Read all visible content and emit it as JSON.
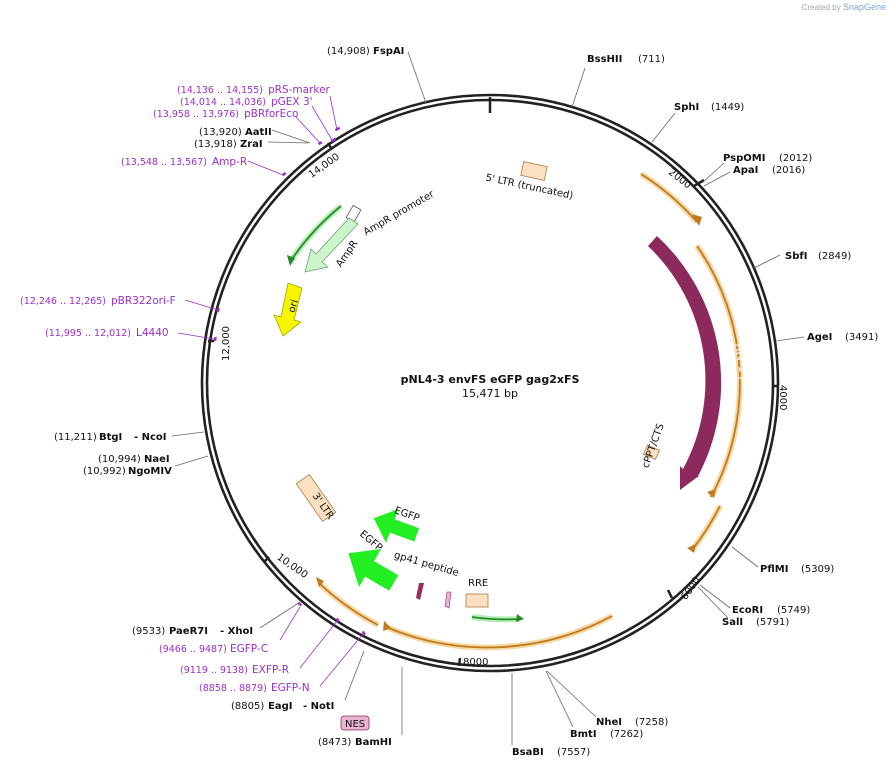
{
  "credit": {
    "prefix": "Created by",
    "brand": "SnapGene"
  },
  "plasmid": {
    "name": "pNL4-3 envFS eGFP gag2xFS",
    "size": "15,471 bp"
  },
  "enzymes": [
    {
      "name": "FspAI",
      "pos": "(14,908)"
    },
    {
      "name": "AatII",
      "pos": "(13,920)"
    },
    {
      "name": "ZraI",
      "pos": "(13,918)"
    },
    {
      "name": "BtgI",
      "pos": "(11,211)",
      "extra": "- NcoI"
    },
    {
      "name": "NaeI",
      "pos": "(10,994)"
    },
    {
      "name": "NgoMIV",
      "pos": "(10,992)"
    },
    {
      "name": "PaeR7I",
      "pos": "(9533)",
      "extra": "- XhoI"
    },
    {
      "name": "EagI",
      "pos": "(8805)",
      "extra": "- NotI"
    },
    {
      "name": "BamHI",
      "pos": "(8473)"
    },
    {
      "name": "BssHII",
      "pos": "(711)"
    },
    {
      "name": "SphI",
      "pos": "(1449)"
    },
    {
      "name": "PspOMI",
      "pos": "(2012)"
    },
    {
      "name": "ApaI",
      "pos": "(2016)"
    },
    {
      "name": "SbfI",
      "pos": "(2849)"
    },
    {
      "name": "AgeI",
      "pos": "(3491)"
    },
    {
      "name": "PflMI",
      "pos": "(5309)"
    },
    {
      "name": "EcoRI",
      "pos": "(5749)"
    },
    {
      "name": "SalI",
      "pos": "(5791)"
    },
    {
      "name": "NheI",
      "pos": "(7258)"
    },
    {
      "name": "BmtI",
      "pos": "(7262)"
    },
    {
      "name": "BsaBI",
      "pos": "(7557)"
    }
  ],
  "primers": [
    {
      "name": "pRS-marker",
      "pos": "(14,136 .. 14,155)"
    },
    {
      "name": "pGEX 3'",
      "pos": "(14,014 .. 14,036)"
    },
    {
      "name": "pBRforEco",
      "pos": "(13,958 .. 13,976)"
    },
    {
      "name": "Amp-R",
      "pos": "(13,548 .. 13,567)"
    },
    {
      "name": "pBR322ori-F",
      "pos": "(12,246 .. 12,265)"
    },
    {
      "name": "L4440",
      "pos": "(11,995 .. 12,012)"
    },
    {
      "name": "EGFP-C",
      "pos": "(9466 .. 9487)"
    },
    {
      "name": "EXFP-R",
      "pos": "(9119 .. 9138)"
    },
    {
      "name": "EGFP-N",
      "pos": "(8858 .. 8879)"
    }
  ],
  "features": [
    {
      "name": "5' LTR (truncated)"
    },
    {
      "name": "HIV-1 pol"
    },
    {
      "name": "cPPT/CTS"
    },
    {
      "name": "AmpR promoter"
    },
    {
      "name": "AmpR"
    },
    {
      "name": "ori"
    },
    {
      "name": "3' LTR"
    },
    {
      "name": "EGFP",
      "id": "egfp1"
    },
    {
      "name": "EGFP",
      "id": "egfp2"
    },
    {
      "name": "gp41 peptide"
    },
    {
      "name": "RRE"
    },
    {
      "name": "NES"
    }
  ],
  "ticks": [
    "2000",
    "4000",
    "6000",
    "8000",
    "10,000",
    "12,000",
    "14,000"
  ],
  "colors": {
    "backbone": "#222222",
    "enzyme_text": "#111111",
    "position_text": "#111111",
    "primer": "#9b2fc9",
    "orf": "#e8a03a",
    "orf_halo": "#f7d9a6",
    "hiv_pol": "#8c2a5d",
    "egfp": "#22ee22",
    "ampr": "#ccf5cc",
    "ori": "#f5f500",
    "ltr": "#fbe0c2",
    "nes": "#e9b4d0",
    "gp41": "#9c2c5a"
  }
}
